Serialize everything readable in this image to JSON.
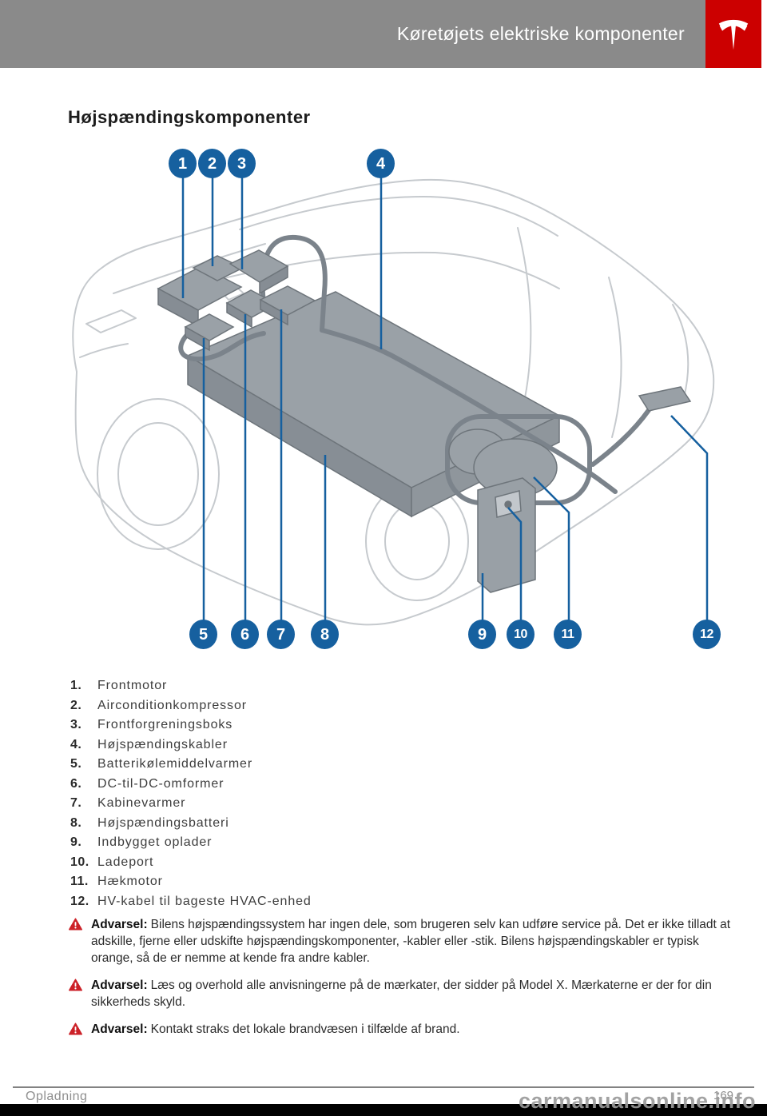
{
  "header": {
    "title": "Køretøjets elektriske komponenter",
    "bar_color": "#8a8a8a",
    "brand_color": "#cc0000",
    "logo_icon": "tesla-logo"
  },
  "section": {
    "heading": "Højspændingskomponenter"
  },
  "diagram": {
    "callout_color": "#16609f",
    "callouts": [
      "1",
      "2",
      "3",
      "4",
      "5",
      "6",
      "7",
      "8",
      "9",
      "10",
      "11",
      "12"
    ]
  },
  "component_list": {
    "items": [
      {
        "num": "1.",
        "label": "Frontmotor"
      },
      {
        "num": "2.",
        "label": "Airconditionkompressor"
      },
      {
        "num": "3.",
        "label": "Frontforgreningsboks"
      },
      {
        "num": "4.",
        "label": "Højspændingskabler"
      },
      {
        "num": "5.",
        "label": "Batterikølemiddelvarmer"
      },
      {
        "num": "6.",
        "label": "DC-til-DC-omformer"
      },
      {
        "num": "7.",
        "label": "Kabinevarmer"
      },
      {
        "num": "8.",
        "label": "Højspændingsbatteri"
      },
      {
        "num": "9.",
        "label": "Indbygget oplader"
      },
      {
        "num": "10.",
        "label": "Ladeport"
      },
      {
        "num": "11.",
        "label": "Hækmotor"
      },
      {
        "num": "12.",
        "label": "HV-kabel til bageste HVAC-enhed"
      }
    ]
  },
  "warnings": [
    {
      "icon": "warning-triangle-icon",
      "label": "Advarsel:",
      "text": "Bilens højspændingssystem har ingen dele, som brugeren selv kan udføre service på. Det er ikke tilladt at adskille, fjerne eller udskifte højspændingskomponenter, -kabler eller -stik. Bilens højspændingskabler er typisk orange, så de er nemme at kende fra andre kabler."
    },
    {
      "icon": "warning-triangle-icon",
      "label": "Advarsel:",
      "text": "Læs og overhold alle anvisningerne på de mærkater, der sidder på Model X. Mærkaterne er der for din sikkerheds skyld."
    },
    {
      "icon": "warning-triangle-icon",
      "label": "Advarsel:",
      "text": "Kontakt straks det lokale brandvæsen i tilfælde af brand."
    }
  ],
  "footer": {
    "section_label": "Opladning",
    "page_number": "169",
    "watermark": "carmanualsonline.info"
  }
}
